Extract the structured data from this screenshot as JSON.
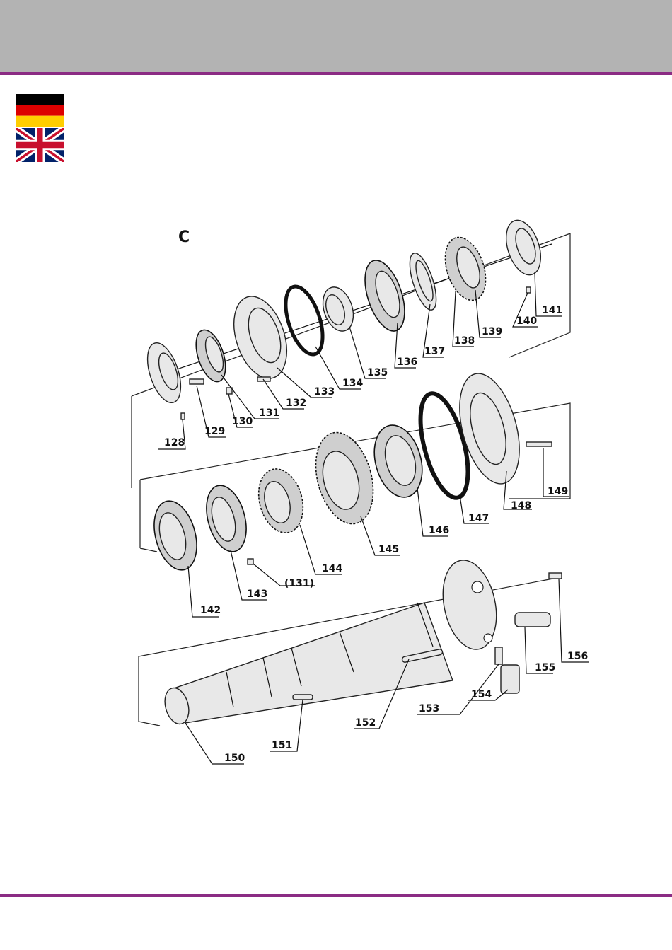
{
  "colors": {
    "header_band": "#b3b3b3",
    "rule": "#8b2c84"
  },
  "flags": [
    "german-flag-icon",
    "uk-flag-icon"
  ],
  "diagram": {
    "section_letter": "C",
    "callouts": {
      "c128": "128",
      "c129": "129",
      "c130": "130",
      "c131": "131",
      "c132": "132",
      "c133": "133",
      "c134": "134",
      "c135": "135",
      "c136": "136",
      "c137": "137",
      "c138": "138",
      "c139": "139",
      "c140": "140",
      "c141": "141",
      "c142": "142",
      "c143": "143",
      "c131b": "(131)",
      "c144": "144",
      "c145": "145",
      "c146": "146",
      "c147": "147",
      "c148": "148",
      "c149": "149",
      "c150": "150",
      "c151": "151",
      "c152": "152",
      "c153": "153",
      "c154": "154",
      "c155": "155",
      "c156": "156"
    }
  }
}
